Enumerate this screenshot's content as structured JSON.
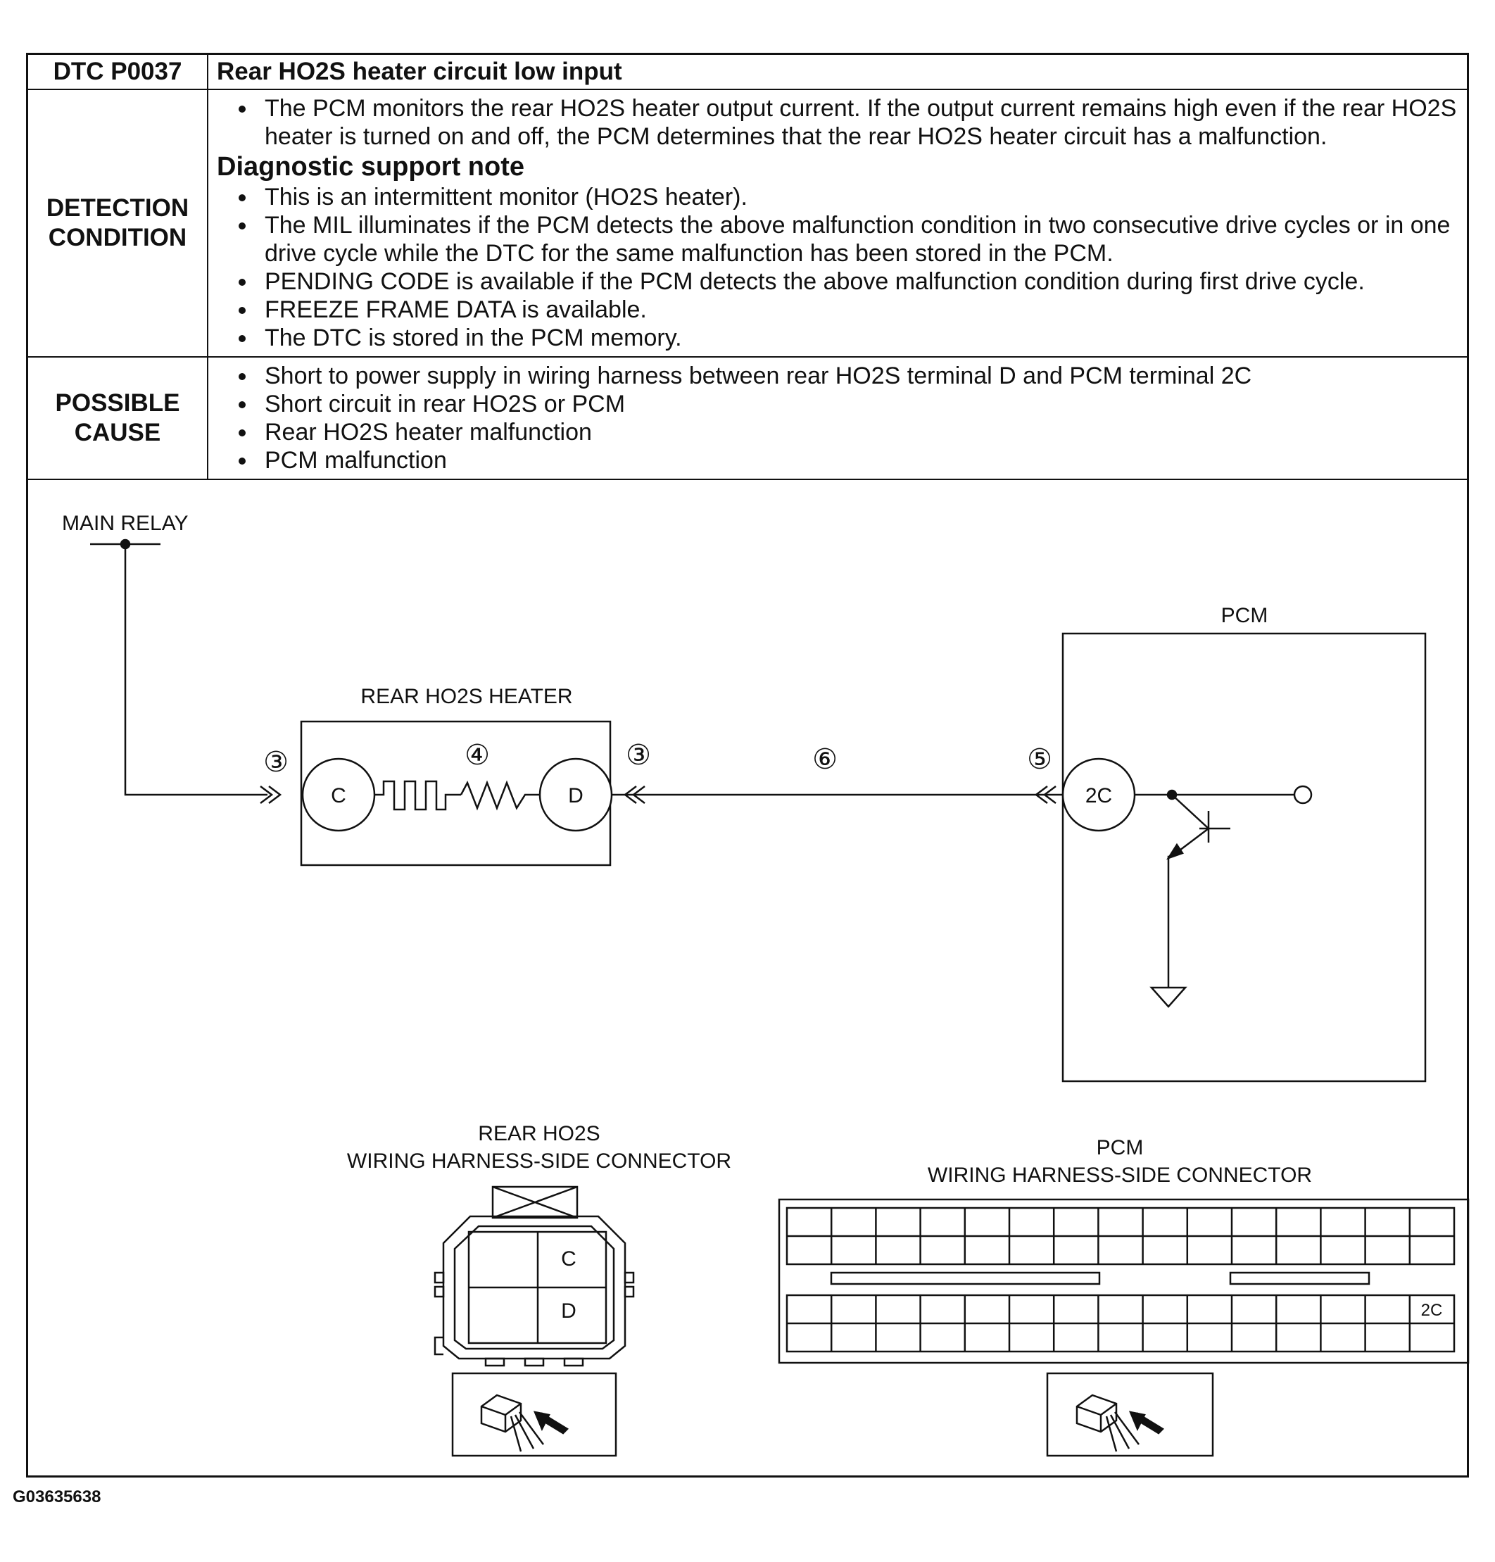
{
  "dtc": {
    "code": "DTC P0037",
    "title": "Rear HO2S heater circuit low input"
  },
  "detection": {
    "label_line1": "DETECTION",
    "label_line2": "CONDITION",
    "intro_bullets": [
      "The PCM monitors the rear HO2S heater output current. If the output current remains high even if the rear HO2S heater is turned on and off, the PCM determines that the rear HO2S heater circuit has a malfunction."
    ],
    "support_heading": "Diagnostic support note",
    "support_bullets": [
      "This is an intermittent monitor (HO2S heater).",
      "The MIL illuminates if the PCM detects the above malfunction condition in two consecutive drive cycles or in one drive cycle while the DTC for the same malfunction has been stored in the PCM.",
      "PENDING CODE is available if the PCM detects the above malfunction condition during first drive cycle.",
      "FREEZE FRAME DATA is available.",
      "The DTC is stored in the PCM memory."
    ]
  },
  "possible_cause": {
    "label_line1": "POSSIBLE",
    "label_line2": "CAUSE",
    "bullets": [
      "Short to power supply in wiring harness between rear HO2S terminal D and PCM terminal 2C",
      "Short circuit in rear HO2S or PCM",
      "Rear HO2S heater malfunction",
      "PCM malfunction"
    ]
  },
  "schematic": {
    "main_relay": "MAIN RELAY",
    "heater_label": "REAR HO2S HEATER",
    "pcm_label": "PCM",
    "terminal_c": "C",
    "terminal_d": "D",
    "terminal_2c": "2C",
    "callout_3": "③",
    "callout_4": "④",
    "callout_5": "⑤",
    "callout_6": "⑥"
  },
  "connectors": {
    "ho2s_title_line1": "REAR HO2S",
    "ho2s_title_line2": "WIRING HARNESS-SIDE CONNECTOR",
    "ho2s_pin_c": "C",
    "ho2s_pin_d": "D",
    "pcm_title_line1": "PCM",
    "pcm_title_line2": "WIRING HARNESS-SIDE CONNECTOR",
    "pcm_pin_2c": "2C"
  },
  "figure_id": "G03635638"
}
